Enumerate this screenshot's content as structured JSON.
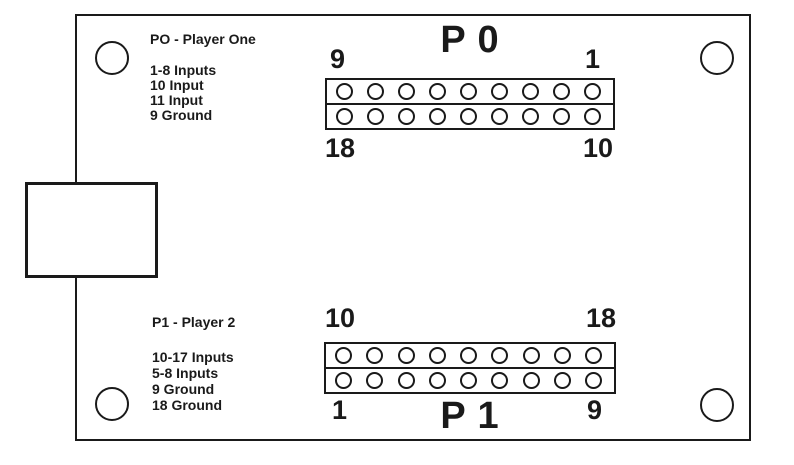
{
  "colors": {
    "ink": "#1a1a1a",
    "background": "#ffffff"
  },
  "legend_p0": {
    "title": "PO - Player One",
    "lines": [
      "1-8 Inputs",
      "10 Input",
      "11 Input",
      "9 Ground"
    ]
  },
  "legend_p1": {
    "title": "P1 - Player 2",
    "lines": [
      "10-17 Inputs",
      "5-8 Inputs",
      "9 Ground",
      "18 Ground"
    ]
  },
  "header_p0": {
    "label": "P 0",
    "corner_top_left": "9",
    "corner_top_right": "1",
    "corner_bottom_left": "18",
    "corner_bottom_right": "10",
    "rows": 2,
    "pins_per_row": 9
  },
  "header_p1": {
    "label": "P 1",
    "corner_top_left": "10",
    "corner_top_right": "18",
    "corner_bottom_left": "1",
    "corner_bottom_right": "9",
    "rows": 2,
    "pins_per_row": 9
  }
}
